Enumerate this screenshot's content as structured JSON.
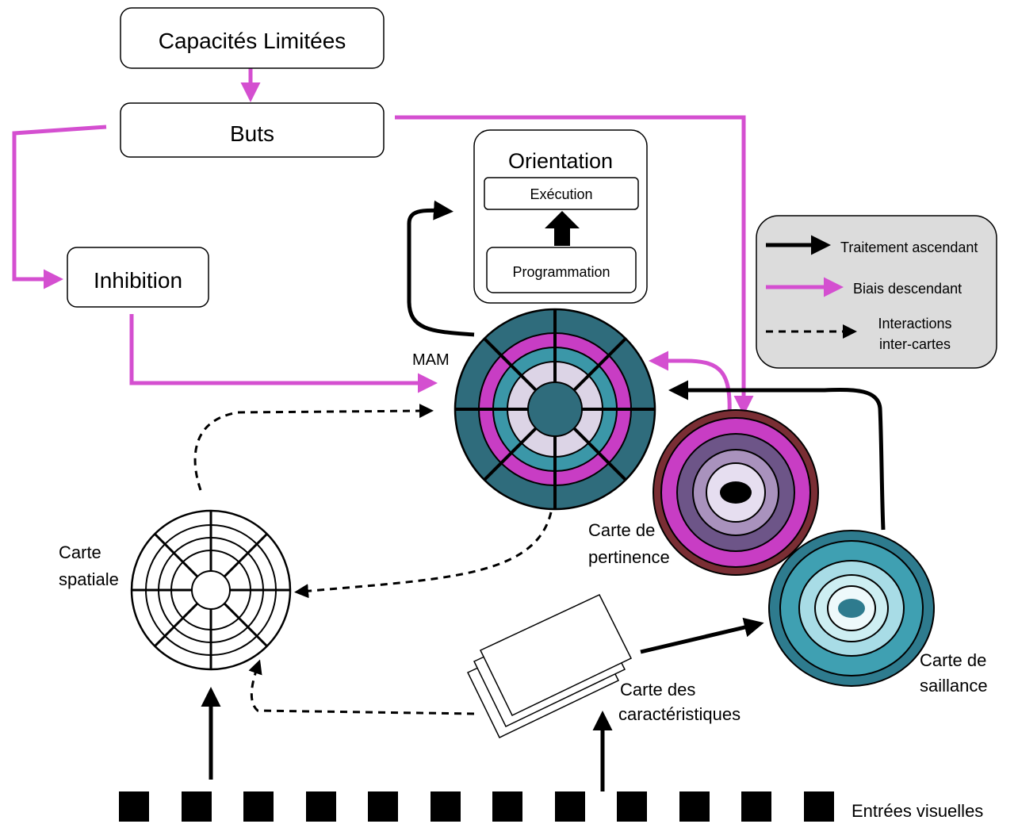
{
  "boxes": {
    "capacites": "Capacités Limitées",
    "buts": "Buts",
    "inhibition": "Inhibition",
    "orientation": "Orientation",
    "execution": "Exécution",
    "programmation": "Programmation"
  },
  "maps": {
    "mam": "MAM",
    "spatiale_line1": "Carte",
    "spatiale_line2": "spatiale",
    "pertinence_line1": "Carte de",
    "pertinence_line2": "pertinence",
    "saillance_line1": "Carte de",
    "saillance_line2": "saillance",
    "caracteristiques_line1": "Carte des",
    "caracteristiques_line2": "caractéristiques",
    "entrees": "Entrées visuelles"
  },
  "legend": {
    "ascendant": "Traitement ascendant",
    "descendant": "Biais descendant",
    "interactions_line1": "Interactions",
    "interactions_line2": "inter-cartes"
  },
  "colors": {
    "biais_descendant": "#d44fd0",
    "traitement_ascendant": "#000000",
    "mam_teal": "#2f6c7c",
    "saillance_teal": "#2e7b8e",
    "pertinence_rim": "#7a2e34"
  },
  "visual_input_count": 12
}
